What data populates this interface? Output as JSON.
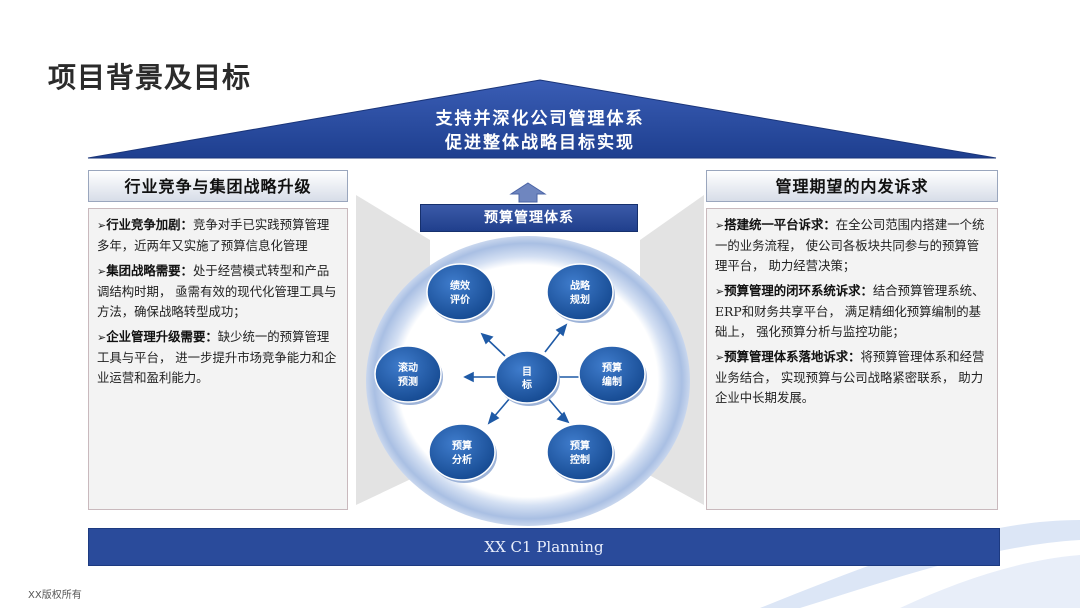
{
  "title": "项目背景及目标",
  "roof": {
    "line1": "支持并深化公司管理体系",
    "line2": "促进整体战略目标实现"
  },
  "left_panel": {
    "heading": "行业竞争与集团战略升级",
    "items": [
      {
        "marker": "➢",
        "keyword": "行业竞争加剧：",
        "text": "竞争对手已实践预算管理多年，近两年又实施了预算信息化管理"
      },
      {
        "marker": "➢",
        "keyword": "集团战略需要：",
        "text": "处于经营模式转型和产品调结构时期， 亟需有效的现代化管理工具与方法，确保战略转型成功；"
      },
      {
        "marker": "➢",
        "keyword": "企业管理升级需要：",
        "text": "缺少统一的预算管理工具与平台， 进一步提升市场竞争能力和企业运营和盈利能力。"
      }
    ]
  },
  "right_panel": {
    "heading": "管理期望的内发诉求",
    "items": [
      {
        "marker": "➢",
        "keyword": "搭建统一平台诉求：",
        "text": "在全公司范围内搭建一个统一的业务流程， 使公司各板块共同参与的预算管理平台， 助力经营决策；"
      },
      {
        "marker": "➢",
        "keyword": "预算管理的闭环系统诉求：",
        "text": "结合预算管理系统、 ERP和财务共享平台， 满足精细化预算编制的基础上， 强化预算分析与监控功能；"
      },
      {
        "marker": "➢",
        "keyword": "预算管理体系落地诉求：",
        "text": "将预算管理体系和经营业务结合， 实现预算与公司战略紧密联系， 助力企业中长期发展。"
      }
    ]
  },
  "center": {
    "label": "预算管理体系",
    "hub": "目标",
    "nodes": [
      {
        "line1": "绩效",
        "line2": "评价"
      },
      {
        "line1": "战略",
        "line2": "规划"
      },
      {
        "line1": "预算",
        "line2": "编制"
      },
      {
        "line1": "预算",
        "line2": "控制"
      },
      {
        "line1": "预算",
        "line2": "分析"
      },
      {
        "line1": "滚动",
        "line2": "预测"
      }
    ]
  },
  "bottom_bar": {
    "text": "XX  C1 Planning"
  },
  "footer": {
    "copyright": "XX版权所有"
  },
  "colors": {
    "primary": "#2a4b9b",
    "node_blue": "#1f5aa6",
    "ring": "#c6d6ef",
    "panel_border": "#c9b9bd"
  }
}
